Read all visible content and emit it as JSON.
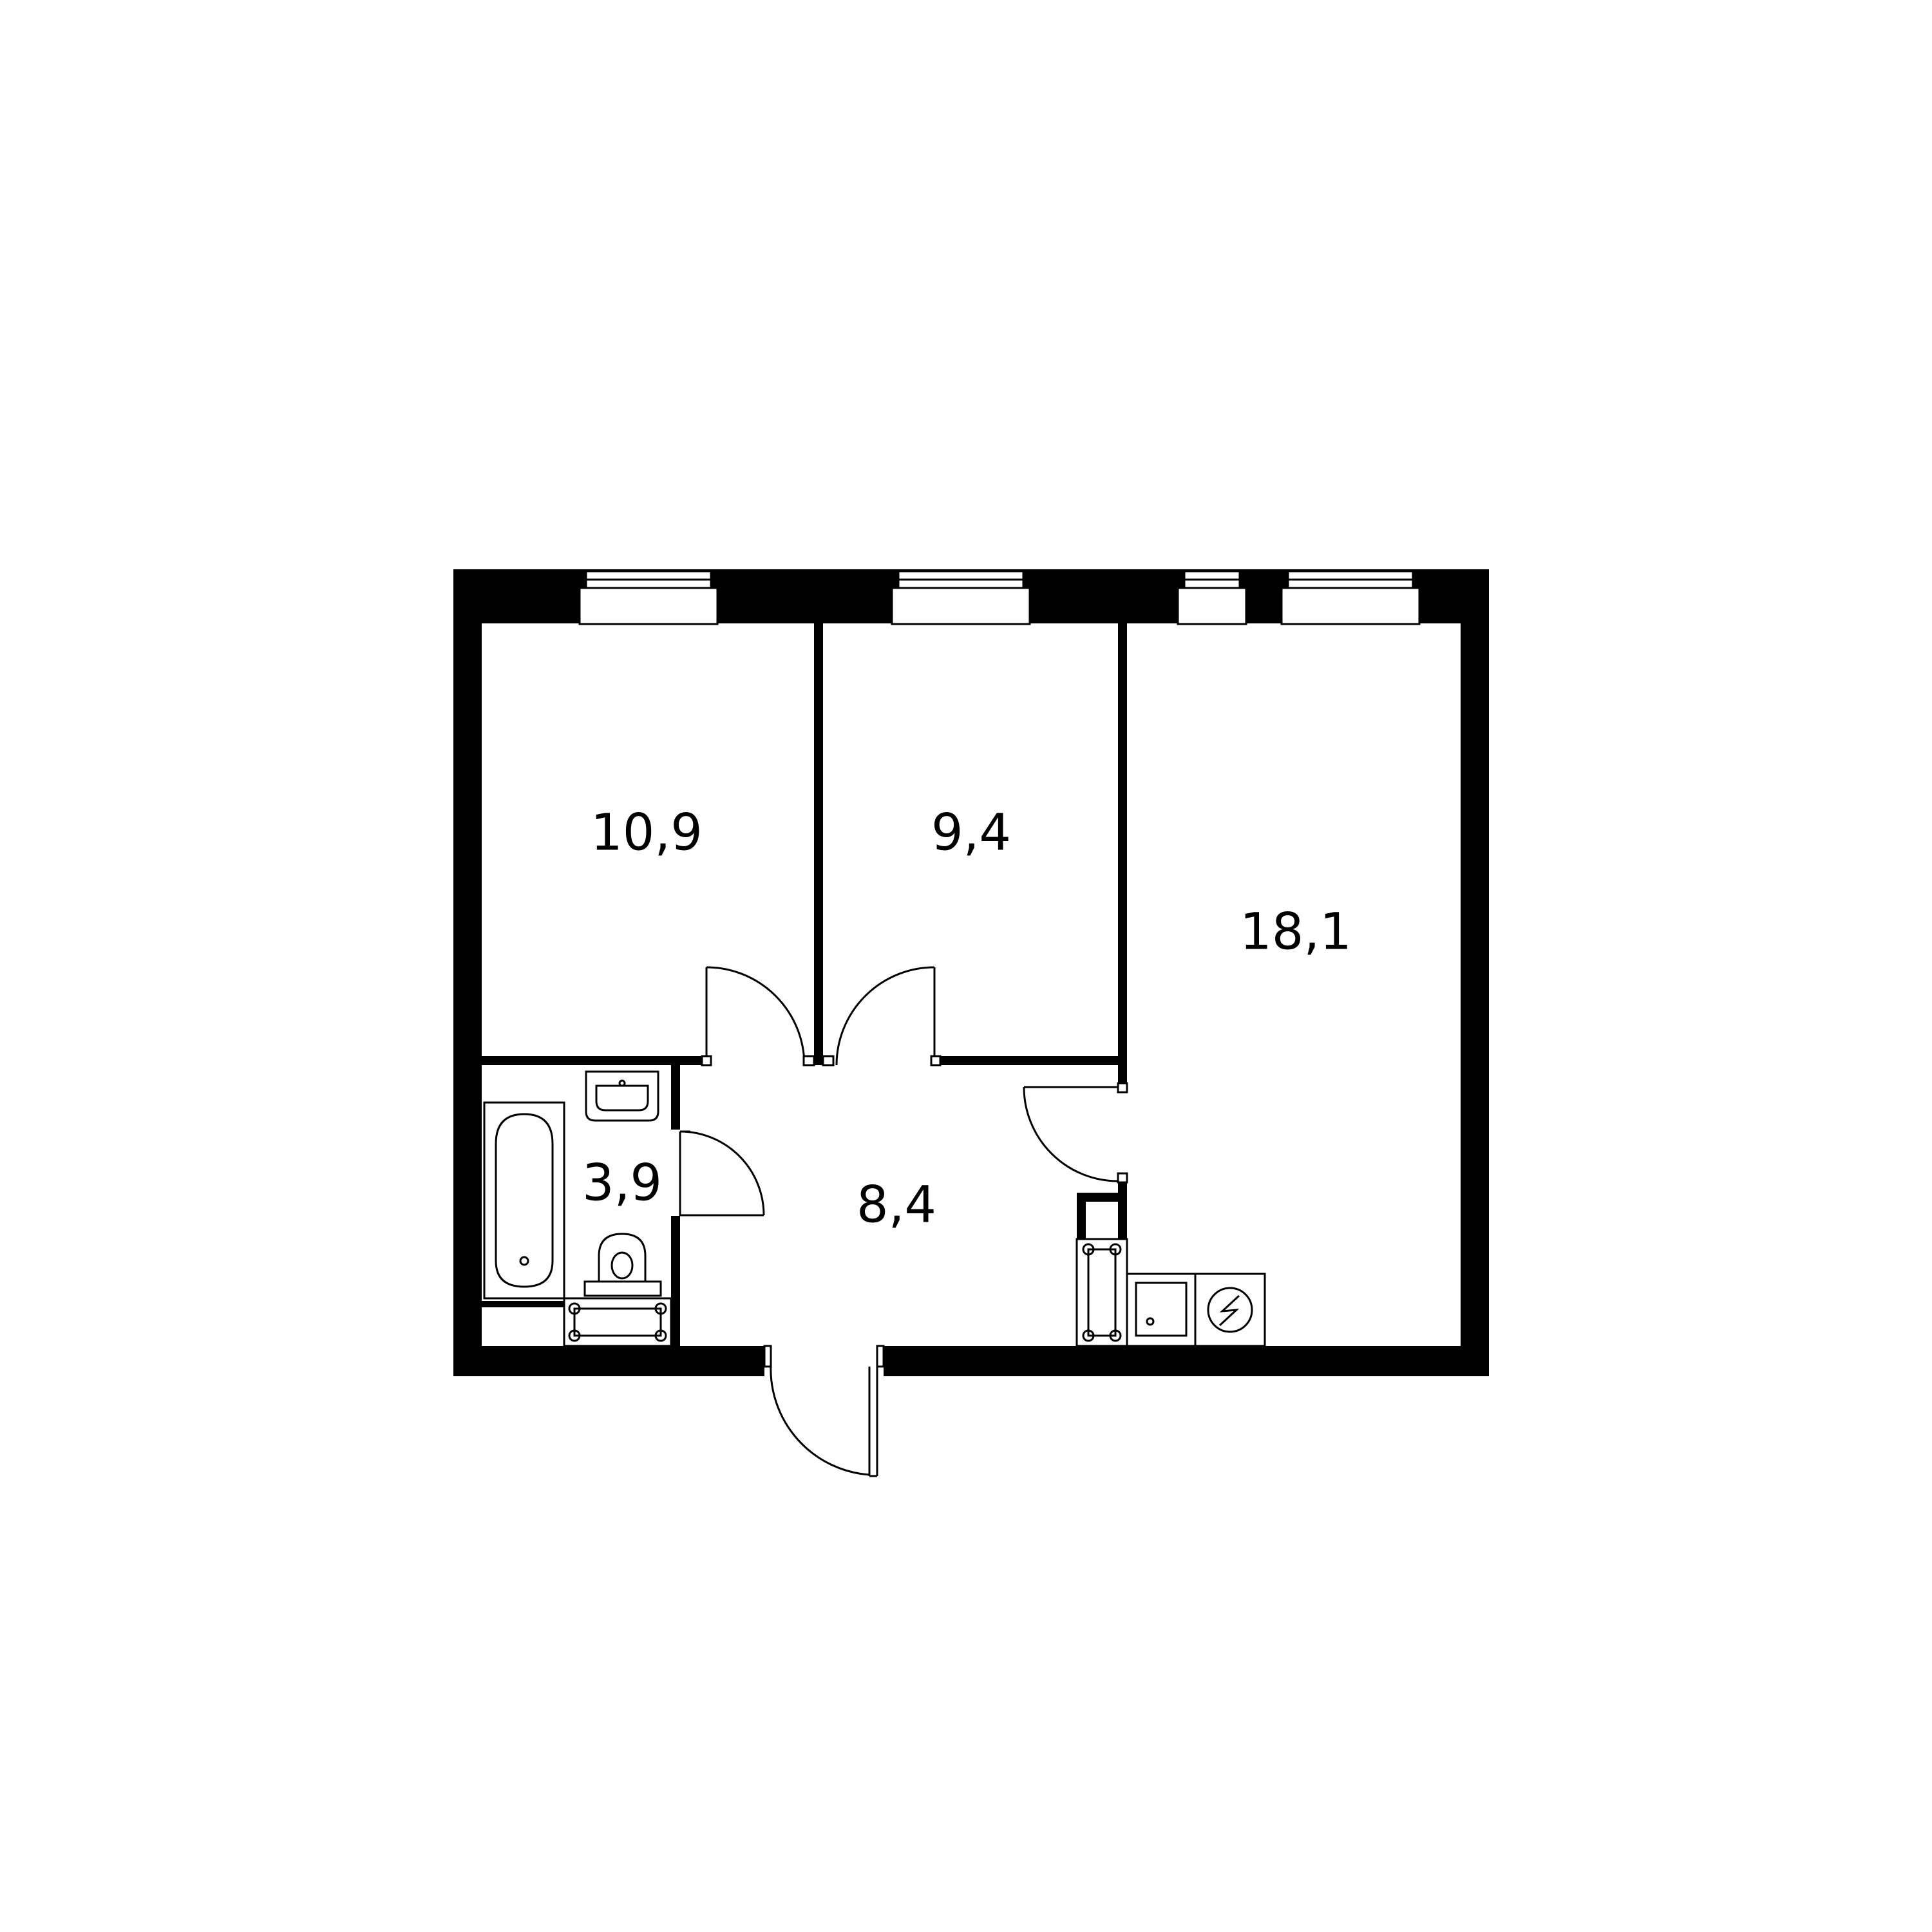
{
  "rooms": {
    "bedroom_left": {
      "area": "10,9"
    },
    "bedroom_middle": {
      "area": "9,4"
    },
    "living_kitchen": {
      "area": "18,1"
    },
    "bathroom": {
      "area": "3,9"
    },
    "hallway": {
      "area": "8,4"
    }
  },
  "colors": {
    "wall": "#000000",
    "line": "#000000",
    "background": "#ffffff"
  }
}
